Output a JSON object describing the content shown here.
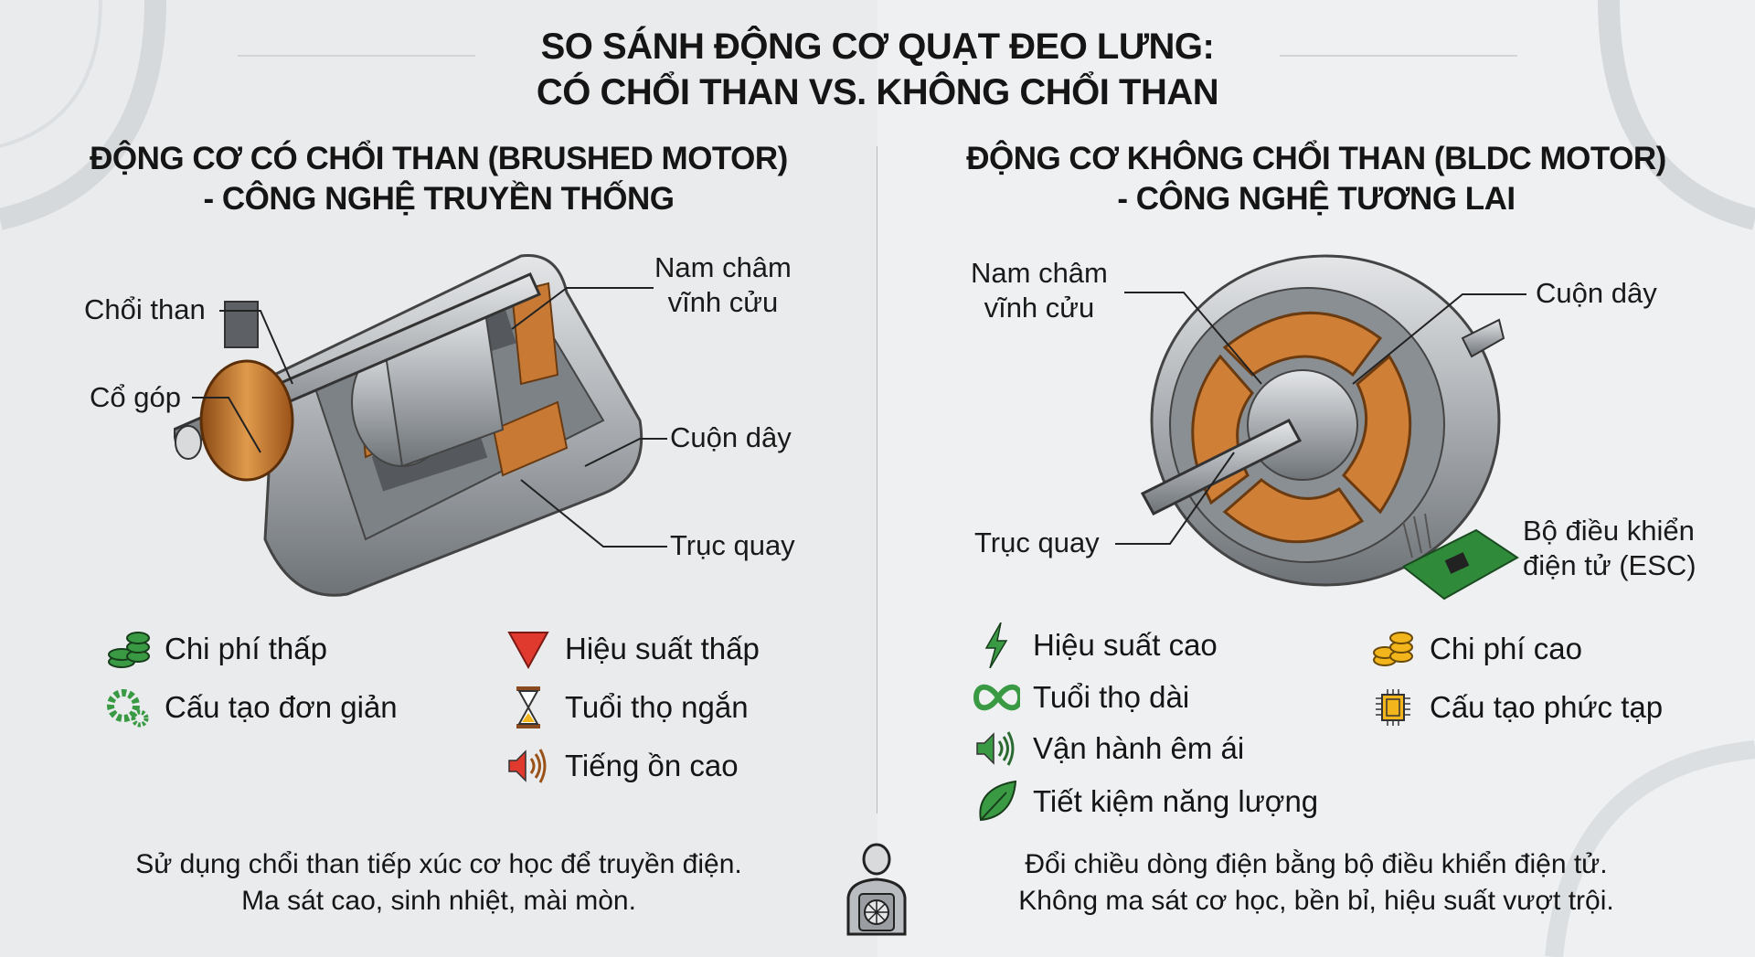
{
  "title": {
    "line1": "SO SÁNH ĐỘNG CƠ QUẠT ĐEO LƯNG:",
    "line2": "CÓ CHỔI THAN VS. KHÔNG CHỔI THAN"
  },
  "left": {
    "heading1": "ĐỘNG CƠ CÓ CHỔI THAN (BRUSHED MOTOR)",
    "heading2": "- CÔNG NGHỆ TRUYỀN THỐNG",
    "labels": {
      "brush": "Chổi than",
      "commutator": "Cổ góp",
      "magnet1": "Nam châm",
      "magnet2": "vĩnh cửu",
      "coil": "Cuộn dây",
      "shaft": "Trục quay"
    },
    "pros": [
      {
        "icon": "coins-stack-icon",
        "text": "Chi phí thấp"
      },
      {
        "icon": "gears-icon",
        "text": "Cấu tạo đơn giản"
      }
    ],
    "cons": [
      {
        "icon": "down-triangle-icon",
        "text": "Hiệu suất thấp"
      },
      {
        "icon": "hourglass-icon",
        "text": "Tuổi thọ ngắn"
      },
      {
        "icon": "speaker-loud-icon",
        "text": "Tiếng ồn cao"
      }
    ],
    "desc1": "Sử dụng chổi than tiếp xúc cơ học để truyền điện.",
    "desc2": "Ma sát cao, sinh nhiệt, mài mòn."
  },
  "right": {
    "heading1": "ĐỘNG CƠ KHÔNG CHỔI THAN (BLDC MOTOR)",
    "heading2": "- CÔNG NGHỆ TƯƠNG LAI",
    "labels": {
      "magnet1": "Nam châm",
      "magnet2": "vĩnh cửu",
      "coil": "Cuộn dây",
      "shaft": "Trục quay",
      "esc1": "Bộ điều khiển",
      "esc2": "điện tử (ESC)"
    },
    "pros": [
      {
        "icon": "lightning-icon",
        "text": "Hiệu suất cao"
      },
      {
        "icon": "infinity-icon",
        "text": "Tuổi thọ dài"
      },
      {
        "icon": "speaker-quiet-icon",
        "text": "Vận hành êm ái"
      },
      {
        "icon": "leaf-icon",
        "text": "Tiết kiệm năng lượng"
      }
    ],
    "cons": [
      {
        "icon": "gold-coins-icon",
        "text": "Chi phí cao"
      },
      {
        "icon": "chip-icon",
        "text": "Cấu tạo phức tạp"
      }
    ],
    "desc1": "Đổi chiều dòng điện bằng bộ điều khiển điện tử.",
    "desc2": "Không ma sát cơ học, bền bỉ, hiệu suất vượt trội."
  },
  "colors": {
    "green": "#3a9a44",
    "red": "#e03a2f",
    "gold": "#f2b51c",
    "copper": "#c8772e"
  }
}
